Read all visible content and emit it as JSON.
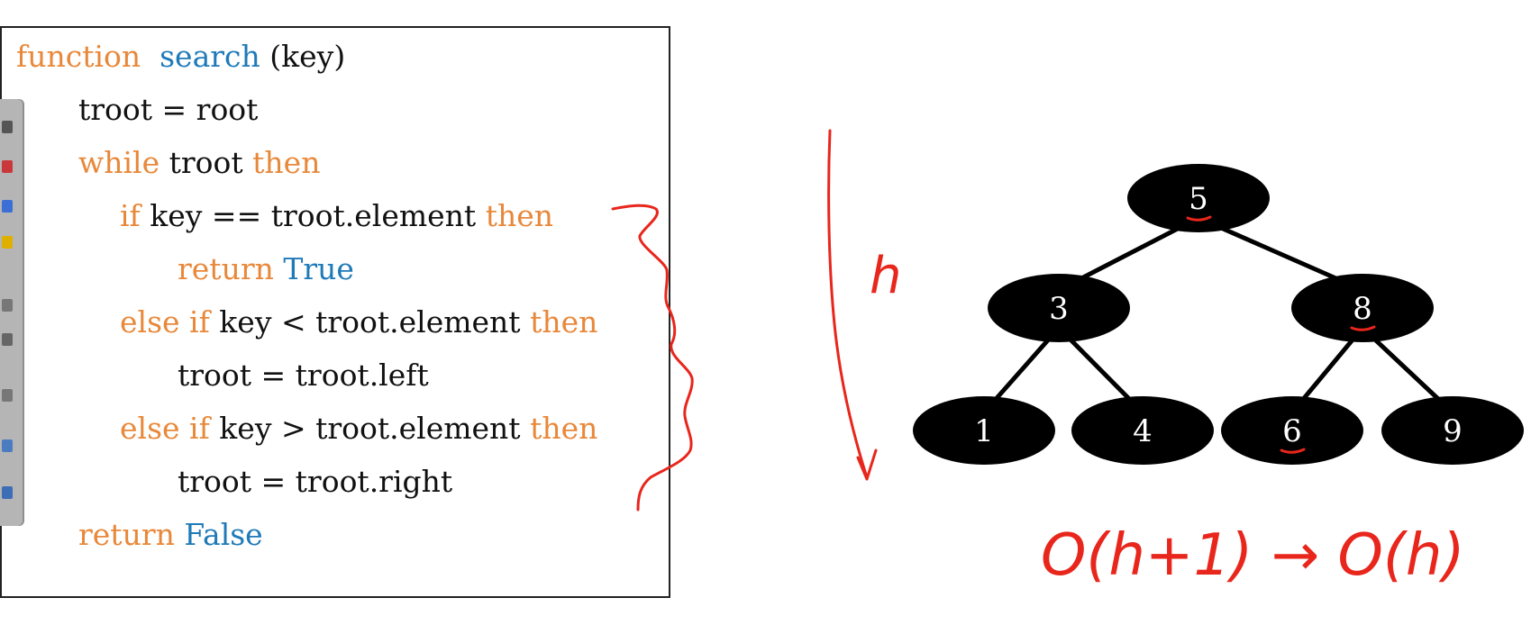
{
  "code": {
    "lines": [
      [
        {
          "t": "function",
          "c": "kw"
        },
        {
          "t": "  ",
          "c": ""
        },
        {
          "t": "search",
          "c": "fn"
        },
        {
          "t": " (key)",
          "c": ""
        }
      ],
      [
        {
          "t": "troot = root",
          "c": ""
        }
      ],
      [
        {
          "t": "while",
          "c": "kw"
        },
        {
          "t": " troot ",
          "c": ""
        },
        {
          "t": "then",
          "c": "kw"
        }
      ],
      [
        {
          "t": "if",
          "c": "kw"
        },
        {
          "t": " key == troot.element ",
          "c": ""
        },
        {
          "t": "then",
          "c": "kw"
        }
      ],
      [
        {
          "t": "return",
          "c": "kw"
        },
        {
          "t": " ",
          "c": ""
        },
        {
          "t": "True",
          "c": "fn"
        }
      ],
      [
        {
          "t": "else if",
          "c": "kw"
        },
        {
          "t": " key < troot.element ",
          "c": ""
        },
        {
          "t": "then",
          "c": "kw"
        }
      ],
      [
        {
          "t": "troot = troot.left",
          "c": ""
        }
      ],
      [
        {
          "t": "else if",
          "c": "kw"
        },
        {
          "t": " key > troot.element ",
          "c": ""
        },
        {
          "t": "then",
          "c": "kw"
        }
      ],
      [
        {
          "t": "troot = troot.right",
          "c": ""
        }
      ],
      [
        {
          "t": "return",
          "c": "kw"
        },
        {
          "t": " ",
          "c": ""
        },
        {
          "t": "False",
          "c": "fn"
        }
      ]
    ],
    "colors": {
      "keyword": "#e8883a",
      "name": "#1f7ab8",
      "text": "#111111"
    }
  },
  "tree": {
    "nodes": [
      {
        "id": "n5",
        "label": "5",
        "underlined": true
      },
      {
        "id": "n3",
        "label": "3",
        "underlined": false
      },
      {
        "id": "n8",
        "label": "8",
        "underlined": true
      },
      {
        "id": "n1",
        "label": "1",
        "underlined": false
      },
      {
        "id": "n4",
        "label": "4",
        "underlined": false
      },
      {
        "id": "n6",
        "label": "6",
        "underlined": true
      },
      {
        "id": "n9",
        "label": "9",
        "underlined": false
      }
    ],
    "edges": [
      [
        "n5",
        "n3"
      ],
      [
        "n5",
        "n8"
      ],
      [
        "n3",
        "n1"
      ],
      [
        "n3",
        "n4"
      ],
      [
        "n8",
        "n6"
      ],
      [
        "n8",
        "n9"
      ]
    ],
    "node_color": "#000000",
    "label_color": "#ffffff"
  },
  "annotations": {
    "height_label": "h",
    "complexity": "O(h+1) → O(h)",
    "ink_color": "#e8261c"
  },
  "toolbar": {
    "icons": [
      "pen-icon",
      "compass-icon",
      "highlighter-icon",
      "marker-icon",
      "eraser-icon",
      "line-icon",
      "keyboard-icon",
      "grid-icon",
      "monitor-icon"
    ]
  }
}
